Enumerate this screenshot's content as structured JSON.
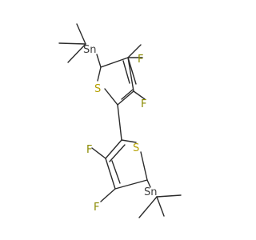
{
  "molecule": {
    "atoms": [
      {
        "id": "sn1",
        "element": "Sn",
        "label": "Sn",
        "color": "#3d3d3d"
      },
      {
        "id": "sn2",
        "element": "Sn",
        "label": "Sn",
        "color": "#3d3d3d"
      },
      {
        "id": "s1",
        "element": "S",
        "label": "S",
        "color": "#b5a000"
      },
      {
        "id": "s2",
        "element": "S",
        "label": "S",
        "color": "#b5a000"
      },
      {
        "id": "f1",
        "element": "F",
        "label": "F",
        "color": "#8a8a00"
      },
      {
        "id": "f2",
        "element": "F",
        "label": "F",
        "color": "#8a8a00"
      },
      {
        "id": "f3",
        "element": "F",
        "label": "F",
        "color": "#8a8a00"
      },
      {
        "id": "f4",
        "element": "F",
        "label": "F",
        "color": "#8a8a00"
      }
    ],
    "bond_color": "#2b2b2b"
  }
}
